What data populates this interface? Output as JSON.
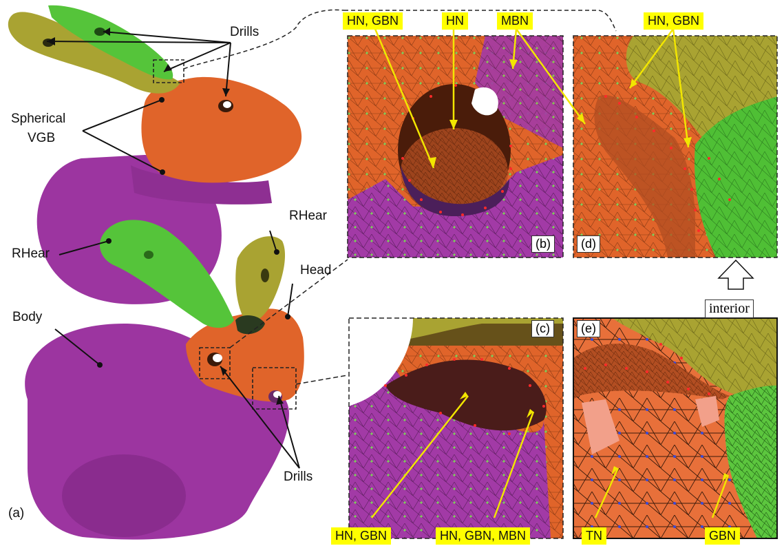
{
  "labels": {
    "drills_top": "Drills",
    "spherical": "Spherical",
    "vgb": "VGB",
    "rhear_left": "RHear",
    "rhear_right": "RHear",
    "head": "Head",
    "body": "Body",
    "drills_bottom": "Drills",
    "panel_a": "(a)",
    "panel_b": "(b)",
    "panel_c": "(c)",
    "panel_d": "(d)",
    "panel_e": "(e)",
    "interior": "interior"
  },
  "tags": {
    "b_hn_gbn": "HN, GBN",
    "b_hn": "HN",
    "b_mbn": "MBN",
    "d_hn_gbn": "HN, GBN",
    "c_hn_gbn": "HN, GBN",
    "c_hn_gbn_mbn": "HN, GBN, MBN",
    "e_tn": "TN",
    "e_gbn": "GBN"
  },
  "colors": {
    "orange": "#e0642a",
    "purple": "#a23aa6",
    "green": "#55c43a",
    "olive": "#a9a332",
    "tag_bg": "#ffff00",
    "arrow_yellow": "#f2e600",
    "node_red": "#ff2a2a",
    "node_green": "#7ccf5a",
    "node_blue": "#3a4ad8"
  }
}
